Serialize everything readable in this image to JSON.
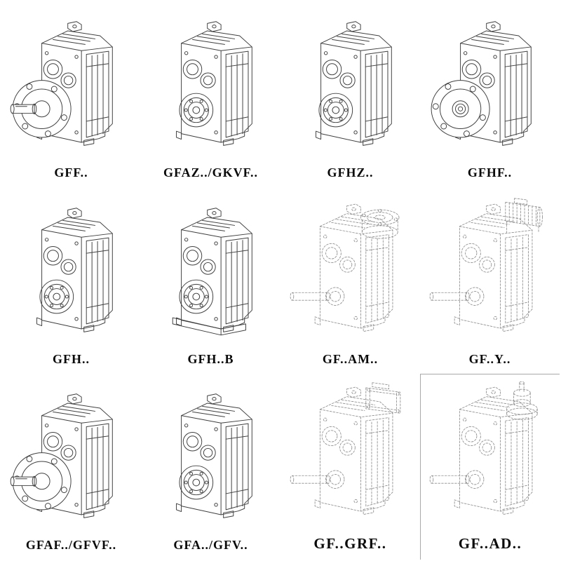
{
  "page": {
    "background_color": "#ffffff",
    "colors": {
      "solid_line_ink": "#3f3f3f",
      "dashed_line_ink": "#8f8f8f",
      "label_text": "#0a0a0a"
    }
  },
  "catalog": {
    "items": [
      {
        "label": "GFF..",
        "drawing": "flange-shaft-gearbox",
        "line_style": "solid"
      },
      {
        "label": "GFAZ../GKVF..",
        "drawing": "hollow-bore-gearbox",
        "line_style": "solid"
      },
      {
        "label": "GFHZ..",
        "drawing": "hollow-bore-gearbox",
        "line_style": "solid"
      },
      {
        "label": "GFHF..",
        "drawing": "flange-hollow-gearbox",
        "line_style": "solid"
      },
      {
        "label": "GFH..",
        "drawing": "hollow-bore-gearbox",
        "line_style": "solid"
      },
      {
        "label": "GFH..B",
        "drawing": "hollow-bore-gearbox-with-foot",
        "line_style": "solid"
      },
      {
        "label": "GF..AM..",
        "drawing": "gearbox-with-input-flange-adapter",
        "line_style": "dashed"
      },
      {
        "label": "GF..Y..",
        "drawing": "gearbox-with-motor",
        "line_style": "dashed"
      },
      {
        "label": "GFAF../GFVF..",
        "drawing": "flange-shaft-gearbox",
        "line_style": "solid"
      },
      {
        "label": "GFA../GFV..",
        "drawing": "hollow-bore-gearbox",
        "line_style": "solid"
      },
      {
        "label": "GF..GRF..",
        "drawing": "gearbox-with-adapter-plate",
        "line_style": "dashed"
      },
      {
        "label": "GF..AD..",
        "drawing": "gearbox-with-input-shaft-adapter",
        "line_style": "dashed"
      }
    ]
  }
}
